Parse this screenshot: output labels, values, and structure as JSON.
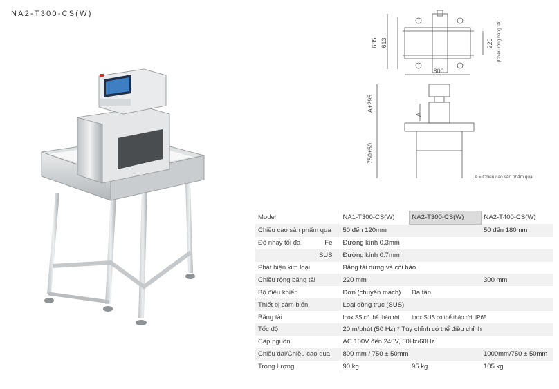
{
  "title": "NA2-T300-CS(W)",
  "drawing": {
    "height_total": "685",
    "height_body": "613",
    "belt_width": "220",
    "belt_width_note": "(Chiều rộng băng tải)",
    "width": "800",
    "height_top": "A+295",
    "height_base": "750±50",
    "a_label": "A",
    "a_note": "A = Chiều cao sản phẩm qua"
  },
  "table": {
    "header": {
      "label": "Model",
      "m1": "NA1-T300-CS(W)",
      "m2": "NA2-T300-CS(W)",
      "m3": "NA2-T400-CS(W)"
    },
    "rows": {
      "pass_height": {
        "label": "Chiều cao sản phẩm qua",
        "v1": "50 đến 120mm",
        "v3": "50 đến 180mm"
      },
      "sensitivity_fe": {
        "label": "Độ nhạy tối đa",
        "sub": "Fe",
        "v": "Đường kính 0.3mm"
      },
      "sensitivity_sus": {
        "sub": "SUS",
        "v": "Đường kính 0.7mm"
      },
      "detection": {
        "label": "Phát hiện kim loại",
        "v": "Băng tải dừng và còi báo"
      },
      "belt_width": {
        "label": "Chiều rộng băng tải",
        "v1": "220 mm",
        "v3": "300 mm"
      },
      "controller": {
        "label": "Bộ điều khiển",
        "v1": "Đơn (chuyển mạch)",
        "v2": "Đa tần"
      },
      "sensor": {
        "label": "Thiết bị cảm biến",
        "v": "Loại đồng trục (SUS)"
      },
      "conveyor": {
        "label": "Băng tải",
        "v1": "Inox SS có thể tháo rời",
        "v2": "Inox SUS có thể tháo rời, IP65"
      },
      "speed": {
        "label": "Tốc độ",
        "v": "20 m/phút (50 Hz) * Tùy chỉnh có thể điều chỉnh"
      },
      "power": {
        "label": "Cấp nguồn",
        "v": "AC 100V đến 240V, 50Hz/60Hz"
      },
      "dimensions": {
        "label": "Chiều dài/Chiều cao qua",
        "v1": "800 mm / 750 ± 50mm",
        "v3": "1000mm/750 ± 50mm"
      },
      "weight": {
        "label": "Trọng lượng",
        "v1": "90 kg",
        "v2": "95 kg",
        "v3": "105 kg"
      }
    }
  }
}
